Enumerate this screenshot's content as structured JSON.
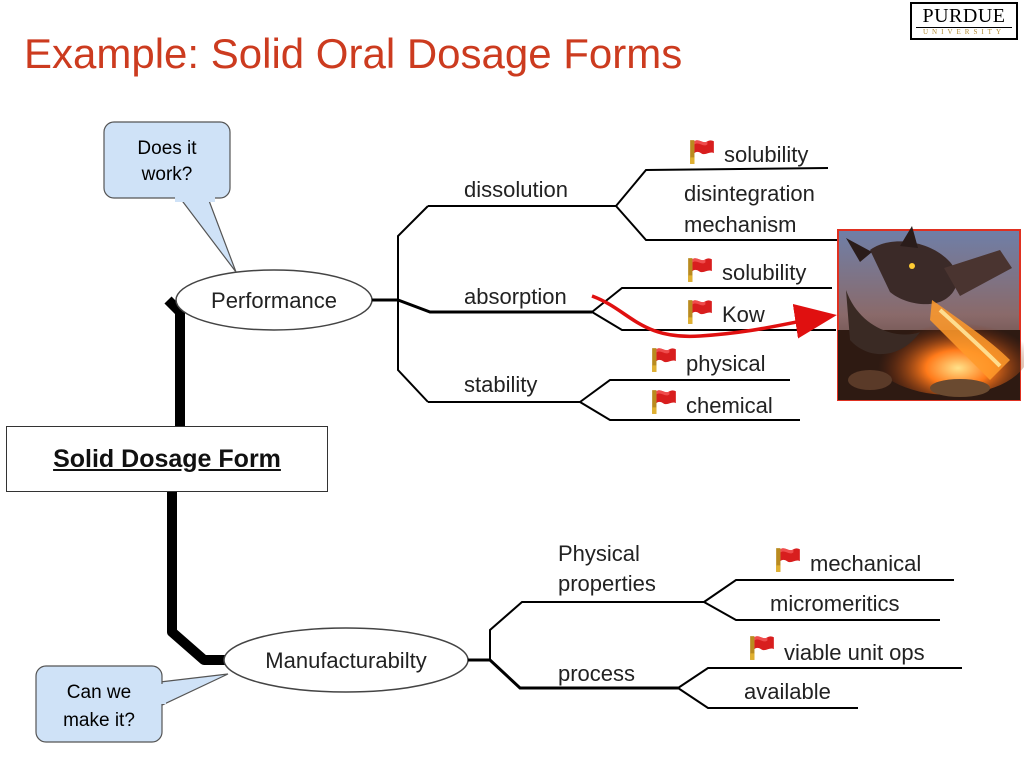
{
  "slide": {
    "title": "Example: Solid Oral Dosage Forms",
    "logo": {
      "name": "PURDUE",
      "subtitle": "UNIVERSITY"
    }
  },
  "root": {
    "label": "Solid Dosage Form"
  },
  "callouts": {
    "performance": [
      "Does it",
      "work?"
    ],
    "manufacturability": [
      "Can we",
      "make it?"
    ]
  },
  "branches": {
    "performance": {
      "label": "Performance",
      "children": {
        "dissolution": {
          "label": "dissolution",
          "leaves": [
            "solubility",
            "disintegration",
            "mechanism"
          ]
        },
        "absorption": {
          "label": "absorption",
          "leaves": [
            "solubility",
            "Kow"
          ]
        },
        "stability": {
          "label": "stability",
          "leaves": [
            "physical",
            "chemical"
          ]
        }
      }
    },
    "manufacturability": {
      "label": "Manufacturabilty",
      "children": {
        "physical_properties": {
          "label": [
            "Physical",
            "properties"
          ],
          "leaves": [
            "mechanical",
            "micromeritics"
          ]
        },
        "process": {
          "label": "process",
          "leaves": [
            "viable unit ops",
            "available"
          ]
        }
      }
    }
  },
  "flag_color": "#d81e1e",
  "arrow_color": "#e01010",
  "image": {
    "subject": "dragon-illustration"
  }
}
